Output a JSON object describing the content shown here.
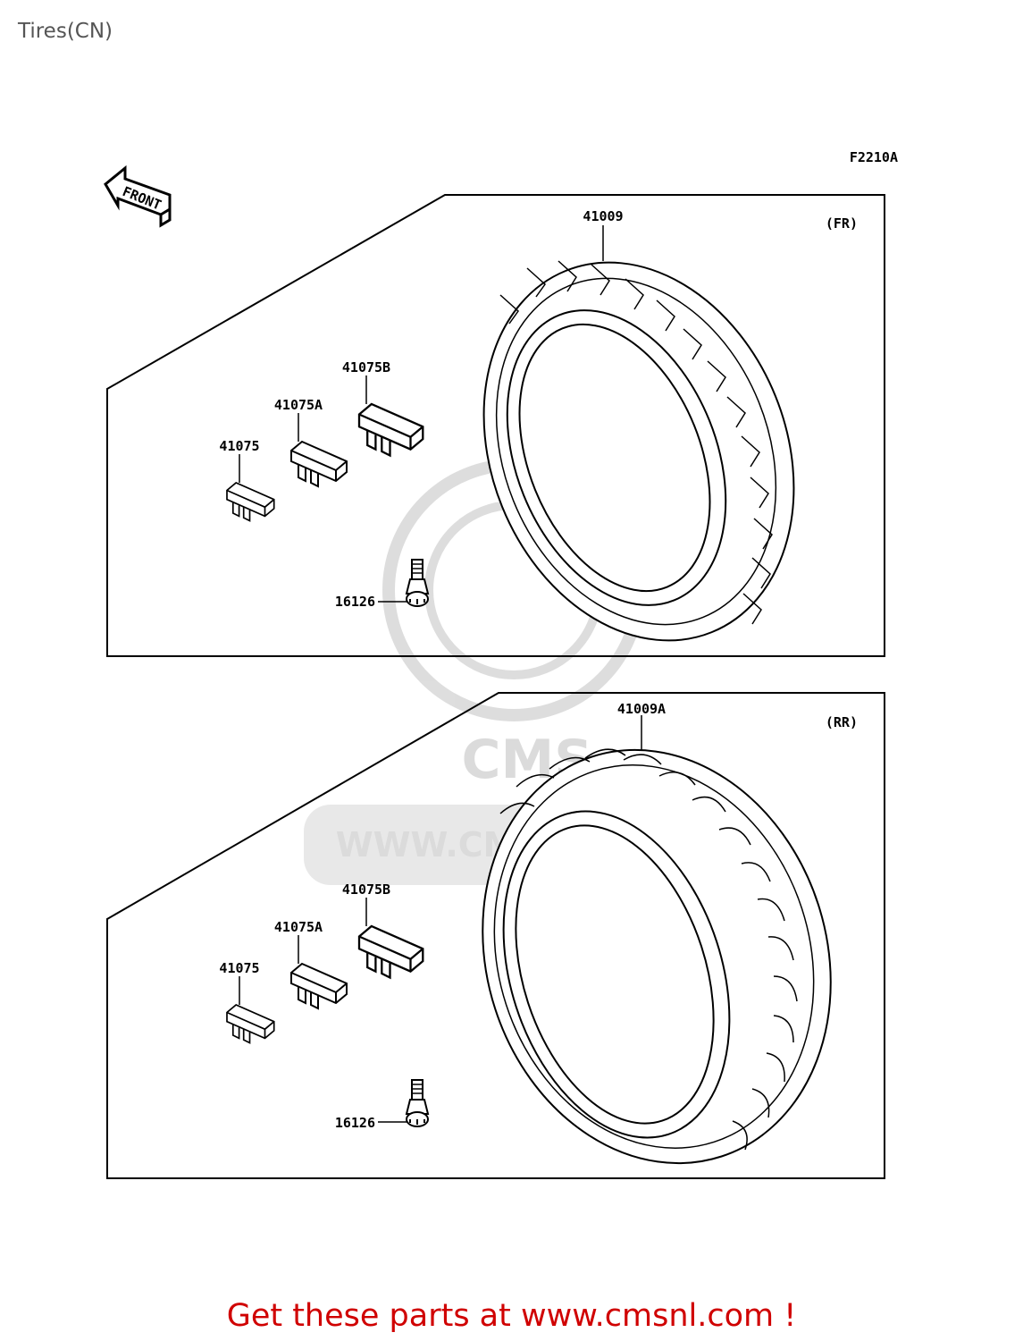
{
  "page": {
    "title": "Tires(CN)",
    "footer_link": "Get these parts at www.cmsnl.com !"
  },
  "diagram": {
    "code": "F2210A",
    "front_arrow": "FRONT",
    "watermark": {
      "logo_text": "CMS",
      "url": "WWW.CMSNL.COM"
    },
    "panels": [
      {
        "id": "front",
        "position_label": "(FR)",
        "tire": "41009",
        "weights": [
          "41075",
          "41075A",
          "41075B"
        ],
        "valve": "16126"
      },
      {
        "id": "rear",
        "position_label": "(RR)",
        "tire": "41009A",
        "weights": [
          "41075",
          "41075A",
          "41075B"
        ],
        "valve": "16126"
      }
    ],
    "colors": {
      "line": "#000000",
      "watermark": "#d8d8d8",
      "footer": "#d00000"
    }
  }
}
